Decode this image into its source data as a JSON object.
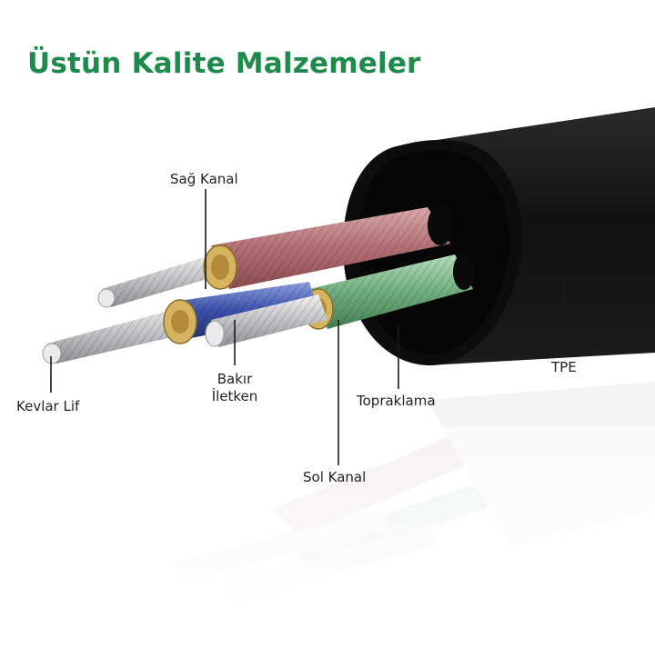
{
  "title": "Üstün Kalite Malzemeler",
  "labels": {
    "sag_kanal": "Sağ Kanal",
    "kevlar_lif": "Kevlar Lif",
    "bakir_iletken_line1": "Bakır",
    "bakir_iletken_line2": "İletken",
    "topraklama": "Topraklama",
    "sol_kanal": "Sol Kanal",
    "tpe": "TPE"
  },
  "colors": {
    "title": "#1e8a4c",
    "jacket": "#151515",
    "right_channel": "#b9787a",
    "left_channel": "#6fae7e",
    "ground": "#c3c3c5",
    "copper_blue": "#3a4fa8",
    "copper_gold": "#d8b55a",
    "kevlar": "#cfd1d3"
  }
}
